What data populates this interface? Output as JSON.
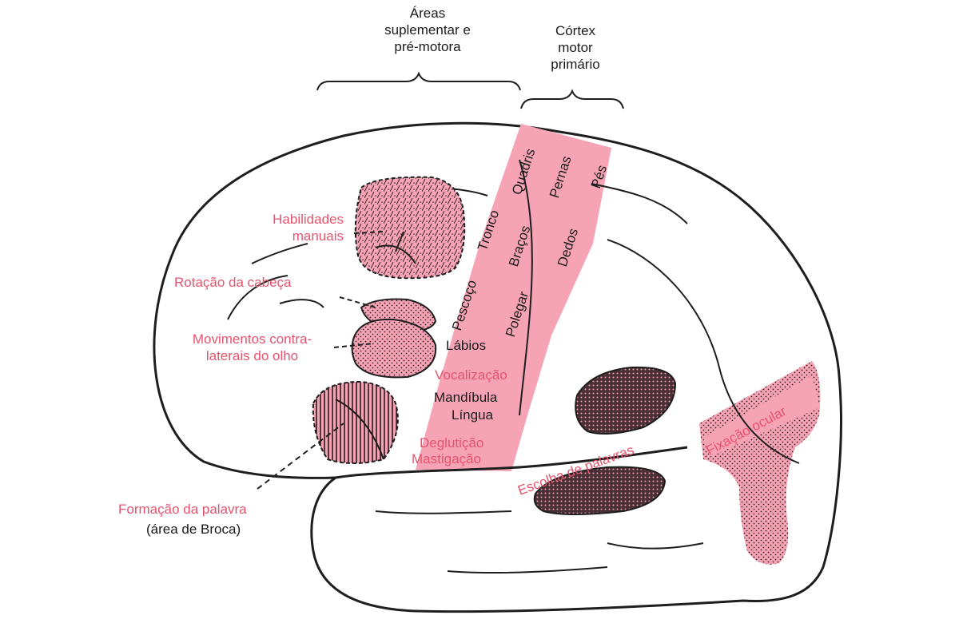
{
  "header_labels": {
    "supplementary_premotor": [
      "Áreas",
      "suplementar e",
      "pré-motora"
    ],
    "primary_motor_cortex": [
      "Córtex",
      "motor",
      "primário"
    ]
  },
  "function_labels": {
    "manual_skills": [
      "Habilidades",
      "manuais"
    ],
    "head_rotation": "Rotação da cabeça",
    "contralateral_eye": [
      "Movimentos contra-",
      "laterais do olho"
    ],
    "word_formation": "Formação da palavra",
    "broca_area": "(área de Broca)",
    "word_choice": "Escolha de palavras",
    "eye_fixation": "Fixação ocular"
  },
  "motor_strip_labels": {
    "hips": "Quadris",
    "legs": "Pernas",
    "feet": "Pés",
    "trunk": "Tronco",
    "arms": "Braços",
    "fingers": "Dedos",
    "neck": "Pescoço",
    "thumb": "Polegar",
    "lips": "Lábios",
    "vocalization": "Vocalização",
    "jaw": "Mandíbula",
    "tongue": "Língua",
    "swallowing": "Deglutição",
    "chewing": "Mastigação"
  },
  "colors": {
    "highlight_pink": "#f6a3b6",
    "label_red": "#e4546e",
    "outline": "#1e1e1e",
    "text": "#1a1a1a"
  }
}
